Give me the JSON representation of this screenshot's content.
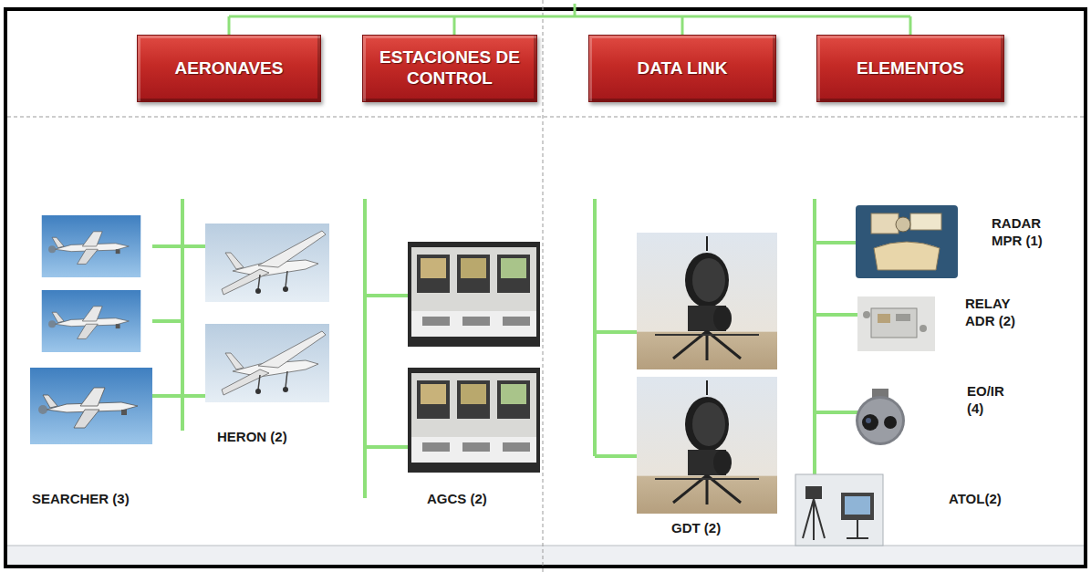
{
  "diagram": {
    "nodes": [
      {
        "text": [
          "AERONAVES"
        ]
      },
      {
        "text": [
          "ESTACIONES DE CONTROL"
        ]
      },
      {
        "text": [
          "DATA LINK"
        ]
      },
      {
        "text": [
          "ELEMENTOS"
        ]
      }
    ],
    "labels": [
      "SEARCHER (3)",
      "HERON (2)",
      "AGCS (2)",
      "GDT (2)",
      "RADAR MPR (1)",
      "RELAY ADR (2)",
      "EO/IR (4)",
      "ATOL(2)"
    ]
  }
}
